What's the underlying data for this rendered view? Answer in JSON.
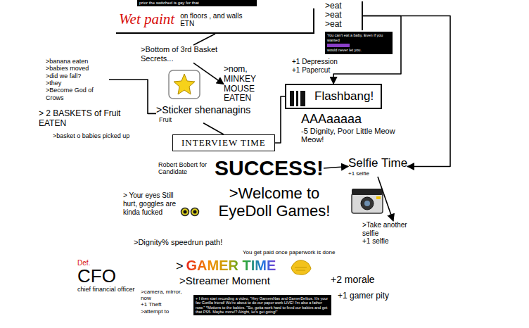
{
  "diagram": {
    "nodes": [
      {
        "text": [
          "prior the switched is gay for that"
        ]
      },
      {
        "text": [
          "Wet paint",
          "on floors , and walls ETN"
        ]
      },
      {
        "text": [
          ">eat",
          ">eat",
          ">eat"
        ]
      },
      {
        "text": [
          "You can't eat a baby. Even if you wanted",
          "would never let you."
        ]
      },
      {
        "text": [
          ">Bottom of 3rd Basket Secrets..."
        ]
      },
      {
        "text": [
          ">nom, MINKEY MOUSE EATEN"
        ]
      },
      {
        "text": [
          "+1 Depression",
          "+1 Papercut"
        ]
      },
      {
        "text": [
          ">banana eaten",
          ">babies moved",
          ">did we fall?",
          ">they",
          ">Become God of Crows"
        ]
      },
      {
        "text": [
          "> 2 BASKETS of Fruit EATEN"
        ]
      },
      {
        "text": [
          ">basket o babies picked up"
        ]
      },
      {
        "text": [
          ">Sticker shenanagins",
          "Fruit"
        ]
      },
      {
        "text": [
          "INTERVIEW TIME"
        ]
      },
      {
        "text": [
          "Flashbang!"
        ]
      },
      {
        "text": [
          "AAAaaaaa",
          "-5 Dignity, Poor Little Meow Meow!"
        ]
      },
      {
        "text": [
          "Robert Bobert for Candidate"
        ]
      },
      {
        "text": [
          "SUCCESS!"
        ]
      },
      {
        "text": [
          "Selfie Time",
          "+1 selfie"
        ]
      },
      {
        "text": [
          ">Take another selfie",
          "+1 selfie"
        ]
      },
      {
        "text": [
          "> Your eyes Still hurt, goggles are kinda fucked"
        ]
      },
      {
        "text": [
          ">Welcome to EyeDoll Games!"
        ]
      },
      {
        "text": [
          ">Dignity% speedrun path!"
        ]
      },
      {
        "text": [
          "You get paid once paperwork is done"
        ]
      },
      {
        "text": [
          "Def.",
          "CFO",
          "chief financial officer"
        ]
      },
      {
        "text": [
          ">",
          "GAMER TIME"
        ]
      },
      {
        "text": [
          ">Streamer Moment"
        ]
      },
      {
        "text": [
          "+2 morale"
        ]
      },
      {
        "text": [
          "+1 gamer pity"
        ]
      },
      {
        "text": [
          "+ I then start recording a video, \"Hey GamersNas and GamerDelitos. It's your fav Gorilla friend! We're about to do our paper work LIVE! I'm also a father now.\" *Motions to the babies. \"So, gotta work hard to feed our babies and get that PS5. Maybe more!? Alright, let's get going!\""
        ]
      },
      {
        "text": [
          ">camera, mirror, now",
          "+1 Theft",
          ">attempt to"
        ]
      }
    ],
    "edges": [
      {
        "from": 1,
        "to": 4,
        "arrow": "none"
      },
      {
        "from": 4,
        "to": 5,
        "arrow": "to"
      },
      {
        "from": 2,
        "to": 12,
        "arrow": "to"
      },
      {
        "from": 2,
        "to": 16,
        "arrow": "to"
      },
      {
        "from": 7,
        "to": 10,
        "arrow": "none"
      },
      {
        "from": 10,
        "to": 11,
        "arrow": "none"
      },
      {
        "from": 11,
        "to": 12,
        "arrow": "none"
      },
      {
        "from": 15,
        "to": 16,
        "arrow": "to"
      },
      {
        "from": 16,
        "to": 17,
        "arrow": "to"
      }
    ]
  }
}
